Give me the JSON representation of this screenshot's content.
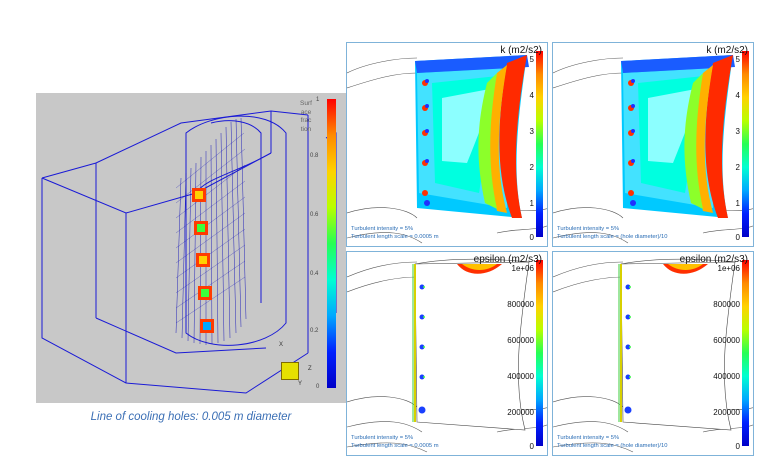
{
  "left": {
    "caption": "Line of cooling holes: 0.005 m diameter",
    "colorbar_title": "Surface fraction",
    "colorbar_ticks": [
      "1",
      "0.8",
      "0.6",
      "0.4",
      "0.2",
      "0"
    ],
    "axis_labels": {
      "x": "X",
      "y": "Y",
      "z": "Z"
    }
  },
  "panels": [
    {
      "title": "k (m2/s2)",
      "ticks": [
        "5",
        "4",
        "3",
        "2",
        "1",
        "0"
      ],
      "note1": "Turbulent intensity = 5%",
      "note2": "Turbulent length scale = 0.0005 m"
    },
    {
      "title": "k (m2/s2)",
      "ticks": [
        "5",
        "4",
        "3",
        "2",
        "1",
        "0"
      ],
      "note1": "Turbulent intensity = 5%",
      "note2": "Turbulent length scale = (hole diameter)/10"
    },
    {
      "title": "epsilon (m2/s3)",
      "ticks": [
        "1e+06",
        "800000",
        "600000",
        "400000",
        "200000",
        "0"
      ],
      "note1": "Turbulent intensity = 5%",
      "note2": "Turbulent length scale = 0.0005 m"
    },
    {
      "title": "epsilon (m2/s3)",
      "ticks": [
        "1e+06",
        "800000",
        "600000",
        "400000",
        "200000",
        "0"
      ],
      "note1": "Turbulent intensity = 5%",
      "note2": "Turbulent length scale = (hole diameter)/10"
    }
  ]
}
